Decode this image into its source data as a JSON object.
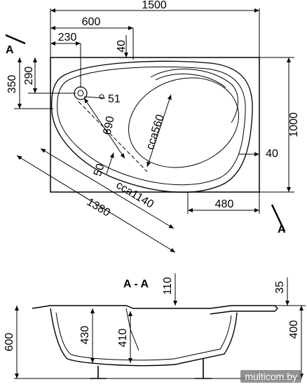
{
  "top_view": {
    "dimensions": {
      "overall_width": "1500",
      "inner_width": "600",
      "drain_offset": "230",
      "rim_top": "40",
      "left_height_a": "350",
      "left_height_b": "290",
      "drain_diameter": "51",
      "basin_length": "690",
      "basin_width": "cca560",
      "overall_height": "1000",
      "rim_right": "40",
      "seat_offset": "50",
      "diagonal_length": "1380",
      "inner_diagonal": "cca1140",
      "bottom_width": "480"
    },
    "section_markers": {
      "left": "A",
      "right": "A"
    }
  },
  "section_view": {
    "title": "A - A",
    "dimensions": {
      "rim_depth": "110",
      "rim_edge": "35",
      "height_total": "600",
      "inner_depth": "430",
      "inner_depth_2": "410",
      "outer_height": "400"
    }
  },
  "watermark": "multicom.by"
}
